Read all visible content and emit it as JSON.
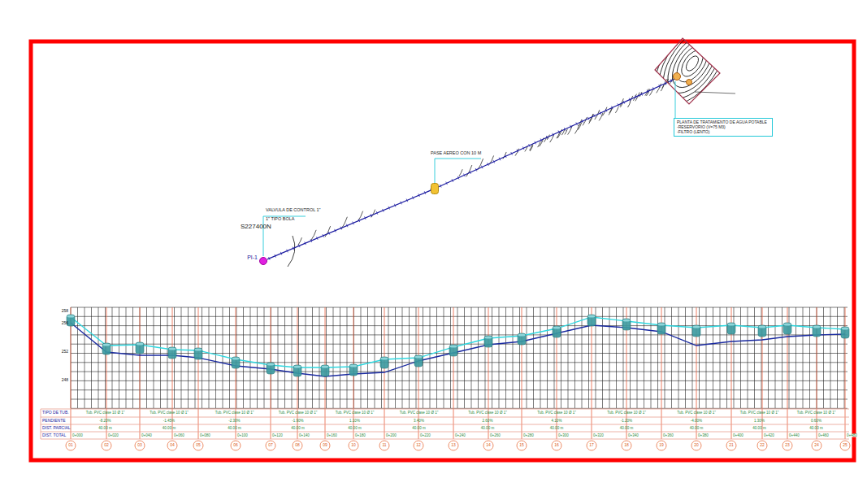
{
  "diagram": {
    "nodes": [
      {
        "text": [
          "PI-1"
        ]
      },
      {
        "text": [
          "PASE AEREO CON 10 M"
        ]
      },
      {
        "text": [
          "PLANTA DE TRATAMIENTO DE AGUA POTABLE",
          "-RESERVORIO (V=75 M3)",
          "-FILTRO (LENTO)"
        ]
      }
    ],
    "edges": [
      {
        "from": 0,
        "to": 1,
        "arrow": "none"
      }
    ],
    "labels": [
      "VALVULA DE CONTROL 1\"",
      "1\" TIPO BOLA",
      "S227400N",
      "258",
      "256",
      "252",
      "248",
      "TIPO DE TUB.",
      "PENDIENTE",
      "DIST. PARCIAL",
      "DIST. TOTAL",
      "Tub. PVC clase 10 Ø 1\"",
      "Tub. PVC clase 10 Ø 1\"",
      "Tub. PVC clase 10 Ø 1\"",
      "Tub. PVC clase 10 Ø 1\"",
      "Tub. PVC clase 10 Ø 1\"",
      "Tub. PVC clase 10 Ø 1\"",
      "Tub. PVC clase 10 Ø 1\"",
      "Tub. PVC clase 10 Ø 1\"",
      "Tub. PVC clase 10 Ø 1\"",
      "Tub. PVC clase 10 Ø 1\"",
      "Tub. PVC clase 10 Ø 1\"",
      "Tub. PVC clase 10 Ø 1\"",
      "-8.20%",
      "-1.45%",
      "-2.30%",
      "-1.90%",
      "1.10%",
      "3.40%",
      "2.60%",
      "4.10%",
      "-1.20%",
      "-4.00%",
      "1.30%",
      "0.60%",
      "40.00 m",
      "40.00 m",
      "40.00 m",
      "40.00 m",
      "40.00 m",
      "40.00 m",
      "40.00 m",
      "40.00 m",
      "40.00 m",
      "40.00 m",
      "40.00 m",
      "40.00 m",
      "0+000",
      "0+020",
      "0+040",
      "0+060",
      "0+080",
      "0+100",
      "0+120",
      "0+140",
      "0+160",
      "0+180",
      "0+200",
      "0+220",
      "0+240",
      "0+260",
      "0+280",
      "0+300",
      "0+320",
      "0+340",
      "0+360",
      "0+380",
      "0+400",
      "0+420",
      "0+440",
      "0+460",
      "0+480",
      "01",
      "02",
      "03",
      "04",
      "05",
      "06",
      "07",
      "08",
      "09",
      "10",
      "11",
      "12",
      "13",
      "14",
      "15",
      "16",
      "17",
      "18",
      "19",
      "20",
      "21",
      "22",
      "23",
      "24",
      "25"
    ]
  }
}
